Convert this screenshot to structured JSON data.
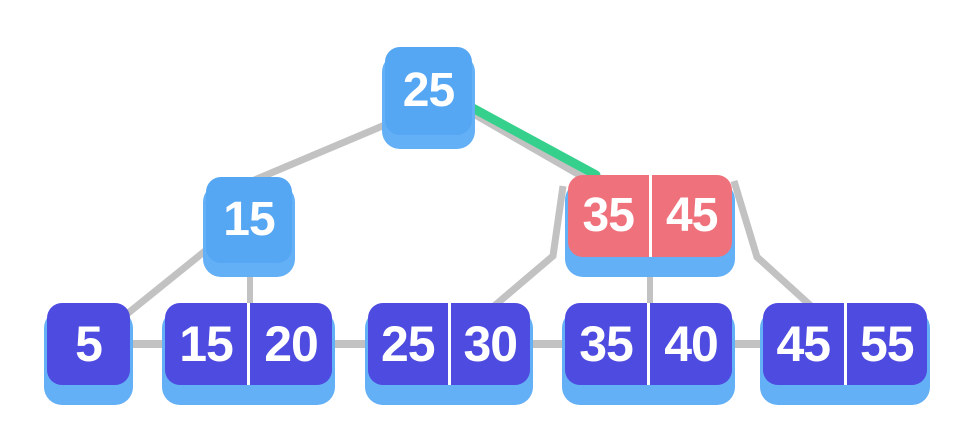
{
  "diagram": {
    "kind": "b-plus-tree",
    "nodes": [
      {
        "id": "root-25",
        "level": 0,
        "keys": [
          "25"
        ],
        "variant": "internal-blue"
      },
      {
        "id": "internal-15",
        "level": 1,
        "keys": [
          "15"
        ],
        "variant": "internal-blue"
      },
      {
        "id": "internal-35-45",
        "level": 1,
        "keys": [
          "35",
          "45"
        ],
        "variant": "overflow-red",
        "highlighted": true
      },
      {
        "id": "leaf-5",
        "level": 2,
        "keys": [
          "5"
        ],
        "variant": "leaf-indigo"
      },
      {
        "id": "leaf-15-20",
        "level": 2,
        "keys": [
          "15",
          "20"
        ],
        "variant": "leaf-indigo"
      },
      {
        "id": "leaf-25-30",
        "level": 2,
        "keys": [
          "25",
          "30"
        ],
        "variant": "leaf-indigo"
      },
      {
        "id": "leaf-35-40",
        "level": 2,
        "keys": [
          "35",
          "40"
        ],
        "variant": "leaf-indigo"
      },
      {
        "id": "leaf-45-55",
        "level": 2,
        "keys": [
          "45",
          "55"
        ],
        "variant": "leaf-indigo"
      }
    ],
    "edges": [
      {
        "from": "root-25",
        "to": "internal-15",
        "color": "#C2C2C2"
      },
      {
        "from": "root-25",
        "to": "internal-35-45",
        "color": "#35D08C",
        "highlighted": true
      },
      {
        "from": "internal-15",
        "to": "leaf-5",
        "color": "#C2C2C2"
      },
      {
        "from": "internal-15",
        "to": "leaf-15-20",
        "color": "#C2C2C2"
      },
      {
        "from": "internal-35-45",
        "to": "leaf-25-30",
        "color": "#C2C2C2"
      },
      {
        "from": "internal-35-45",
        "to": "leaf-35-40",
        "color": "#C2C2C2"
      },
      {
        "from": "internal-35-45",
        "to": "leaf-45-55",
        "color": "#C2C2C2"
      }
    ],
    "leaf_chain": [
      "leaf-5",
      "leaf-15-20",
      "leaf-25-30",
      "leaf-35-40",
      "leaf-45-55"
    ],
    "colors": {
      "internal_blue": "#55A6F3",
      "underlay_blue": "#64B0F6",
      "overflow_red": "#EF717C",
      "leaf_indigo": "#4E4BE0",
      "edge_gray": "#C2C2C2",
      "edge_green": "#35D08C",
      "key_text": "#FFFFFF",
      "divider": "#FFFFFF",
      "background": "#FFFFFF"
    }
  }
}
